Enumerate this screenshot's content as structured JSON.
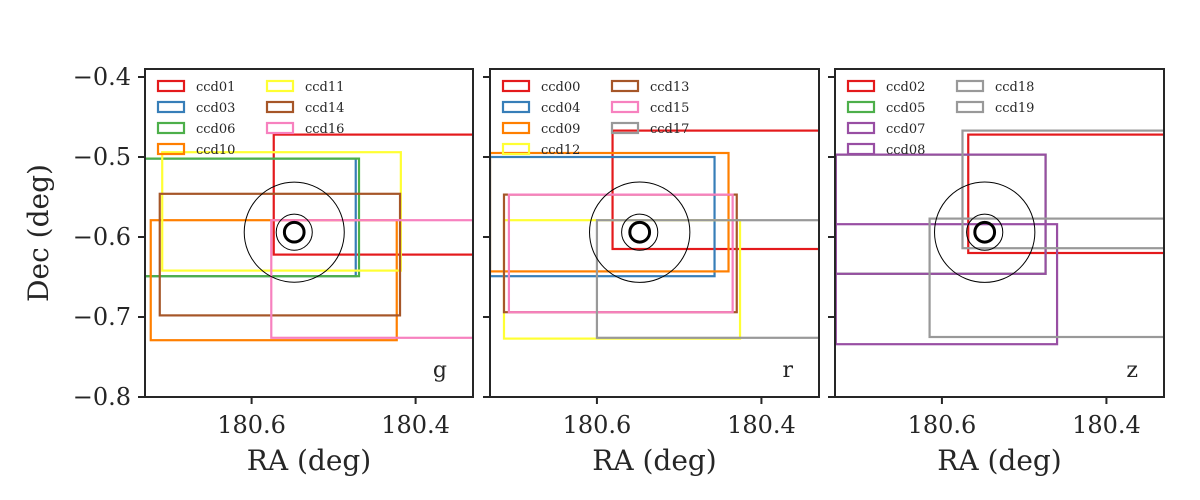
{
  "chart_data": [
    {
      "type": "diagram",
      "band": "g",
      "xlabel": "RA (deg)",
      "ylabel": "Dec (deg)",
      "xlim": [
        180.73,
        180.33
      ],
      "ylim": [
        -0.8,
        -0.39
      ],
      "xticks": [
        {
          "value": 180.6,
          "label": "180.6"
        },
        {
          "value": 180.4,
          "label": "180.4"
        }
      ],
      "yticks": [
        {
          "value": -0.4,
          "label": "−0.4"
        },
        {
          "value": -0.5,
          "label": "−0.5"
        },
        {
          "value": -0.6,
          "label": "−0.6"
        },
        {
          "value": -0.7,
          "label": "−0.7"
        },
        {
          "value": -0.8,
          "label": "−0.8"
        }
      ],
      "circles": {
        "center": [
          180.548,
          -0.594
        ],
        "radii_deg": [
          0.061,
          0.012,
          0.022
        ]
      },
      "ccds": [
        {
          "name": "ccd01",
          "color": "#e41a1c",
          "ra": [
            180.573,
            180.325
          ],
          "dec": [
            -0.622,
            -0.472
          ]
        },
        {
          "name": "ccd03",
          "color": "#377eb8",
          "ra": [
            180.733,
            180.473
          ],
          "dec": [
            -0.649,
            -0.502
          ]
        },
        {
          "name": "ccd06",
          "color": "#4daf4a",
          "ra": [
            180.733,
            180.469
          ],
          "dec": [
            -0.649,
            -0.502
          ]
        },
        {
          "name": "ccd10",
          "color": "#ff7f00",
          "ra": [
            180.723,
            180.423
          ],
          "dec": [
            -0.729,
            -0.579
          ]
        },
        {
          "name": "ccd11",
          "color": "#ffff33",
          "ra": [
            180.709,
            180.418
          ],
          "dec": [
            -0.642,
            -0.494
          ]
        },
        {
          "name": "ccd14",
          "color": "#a65628",
          "ra": [
            180.712,
            180.419
          ],
          "dec": [
            -0.698,
            -0.546
          ]
        },
        {
          "name": "ccd16",
          "color": "#f781bf",
          "ra": [
            180.576,
            180.326
          ],
          "dec": [
            -0.726,
            -0.579
          ]
        }
      ]
    },
    {
      "type": "diagram",
      "band": "r",
      "xlabel": "RA (deg)",
      "xlim": [
        180.73,
        180.33
      ],
      "ylim": [
        -0.8,
        -0.39
      ],
      "xticks": [
        {
          "value": 180.6,
          "label": "180.6"
        },
        {
          "value": 180.4,
          "label": "180.4"
        }
      ],
      "circles": {
        "center": [
          180.548,
          -0.594
        ],
        "radii_deg": [
          0.061,
          0.012,
          0.022
        ]
      },
      "ccds": [
        {
          "name": "ccd00",
          "color": "#e41a1c",
          "ra": [
            180.581,
            180.325
          ],
          "dec": [
            -0.615,
            -0.467
          ]
        },
        {
          "name": "ccd04",
          "color": "#377eb8",
          "ra": [
            180.73,
            180.457
          ],
          "dec": [
            -0.649,
            -0.5
          ]
        },
        {
          "name": "ccd09",
          "color": "#ff7f00",
          "ra": [
            180.73,
            180.44
          ],
          "dec": [
            -0.643,
            -0.495
          ]
        },
        {
          "name": "ccd12",
          "color": "#ffff33",
          "ra": [
            180.713,
            180.426
          ],
          "dec": [
            -0.727,
            -0.579
          ]
        },
        {
          "name": "ccd13",
          "color": "#a65628",
          "ra": [
            180.713,
            180.43
          ],
          "dec": [
            -0.694,
            -0.547
          ]
        },
        {
          "name": "ccd15",
          "color": "#f781bf",
          "ra": [
            180.707,
            180.435
          ],
          "dec": [
            -0.694,
            -0.547
          ]
        },
        {
          "name": "ccd17",
          "color": "#999999",
          "ra": [
            180.6,
            180.325
          ],
          "dec": [
            -0.726,
            -0.579
          ]
        }
      ]
    },
    {
      "type": "diagram",
      "band": "z",
      "xlabel": "RA (deg)",
      "xlim": [
        180.73,
        180.33
      ],
      "ylim": [
        -0.8,
        -0.39
      ],
      "xticks": [
        {
          "value": 180.6,
          "label": "180.6"
        },
        {
          "value": 180.4,
          "label": "180.4"
        }
      ],
      "circles": {
        "center": [
          180.548,
          -0.594
        ],
        "radii_deg": [
          0.061,
          0.012,
          0.022
        ]
      },
      "ccds": [
        {
          "name": "ccd02",
          "color": "#e41a1c",
          "ra": [
            180.568,
            180.325
          ],
          "dec": [
            -0.62,
            -0.472
          ]
        },
        {
          "name": "ccd05",
          "color": "#4daf4a",
          "ra": [
            180.729,
            180.474
          ],
          "dec": [
            -0.646,
            -0.497
          ]
        },
        {
          "name": "ccd07",
          "color": "#984ea3",
          "ra": [
            180.729,
            180.474
          ],
          "dec": [
            -0.646,
            -0.497
          ]
        },
        {
          "name": "ccd08",
          "color": "#984ea3",
          "ra": [
            180.729,
            180.46
          ],
          "dec": [
            -0.734,
            -0.584
          ]
        },
        {
          "name": "ccd18",
          "color": "#999999",
          "ra": [
            180.615,
            180.325
          ],
          "dec": [
            -0.725,
            -0.577
          ]
        },
        {
          "name": "ccd19",
          "color": "#999999",
          "ra": [
            180.575,
            180.325
          ],
          "dec": [
            -0.614,
            -0.467
          ]
        }
      ]
    }
  ]
}
